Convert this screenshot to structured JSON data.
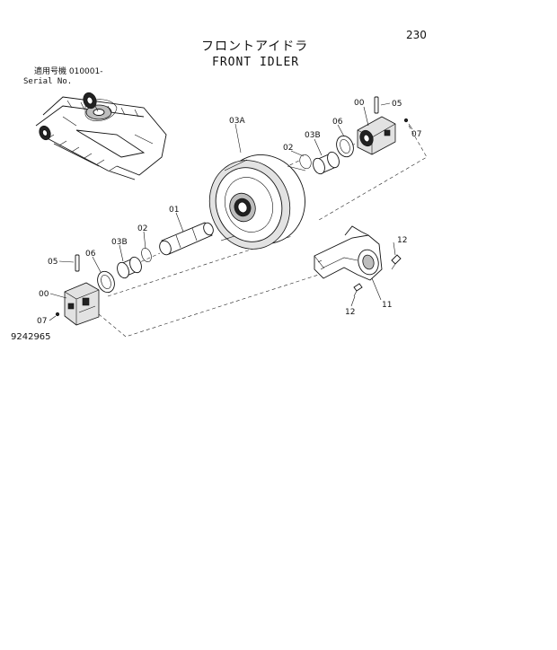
{
  "header": {
    "page_number": "230",
    "title_jp": "フロントアイドラ",
    "title_en": "FRONT IDLER"
  },
  "serial": {
    "label_jp": "適用号機 010001-",
    "label_en": "Serial No."
  },
  "drawing_number": "9242965",
  "callouts": {
    "c00_right": "00",
    "c05_right": "05",
    "c07_right": "07",
    "c06_right": "06",
    "c03b_right": "03B",
    "c02_right": "02",
    "c03a": "03A",
    "c01": "01",
    "c02_left": "02",
    "c03b_left": "03B",
    "c06_left": "06",
    "c05_left": "05",
    "c00_left": "00",
    "c07_left": "07",
    "c12_top": "12",
    "c12_bottom": "12",
    "c11": "11"
  }
}
